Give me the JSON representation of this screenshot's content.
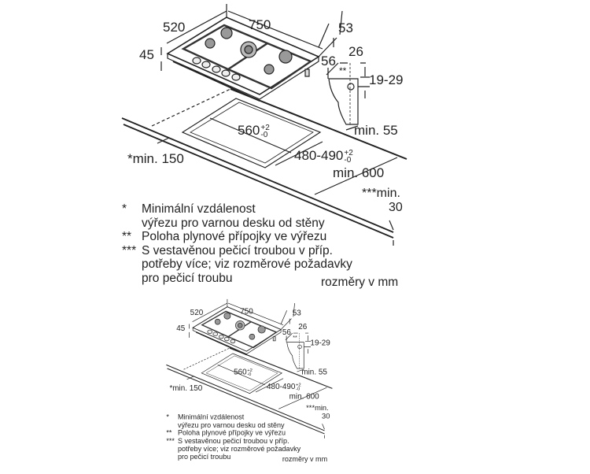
{
  "dimensions": {
    "hob_depth": "520",
    "hob_width": "750",
    "offset_53": "53",
    "height_45": "45",
    "offset_56": "56",
    "gas_26": "26",
    "gas_mark": "**",
    "gas_19_29": "19-29",
    "cutout_width": "560",
    "cutout_depth": "480-490",
    "tol_plus": "+2",
    "tol_minus": "-0",
    "min_55": "min. 55",
    "min_150": "*min. 150",
    "min_600": "min. 600",
    "min_30_label": "***min.",
    "min_30_value": "30"
  },
  "notes": [
    {
      "mark": "*",
      "lines": [
        "Minimální vzdálenost",
        "výřezu pro varnou desku od stěny"
      ]
    },
    {
      "mark": "**",
      "lines": [
        "Poloha plynové přípojky ve výřezu"
      ]
    },
    {
      "mark": "***",
      "lines": [
        "S vestavěnou pečicí troubou v příp.",
        "potřeby více; viz rozměrové požadavky",
        "pro pečicí troubu"
      ]
    }
  ],
  "units": "rozměry v mm"
}
